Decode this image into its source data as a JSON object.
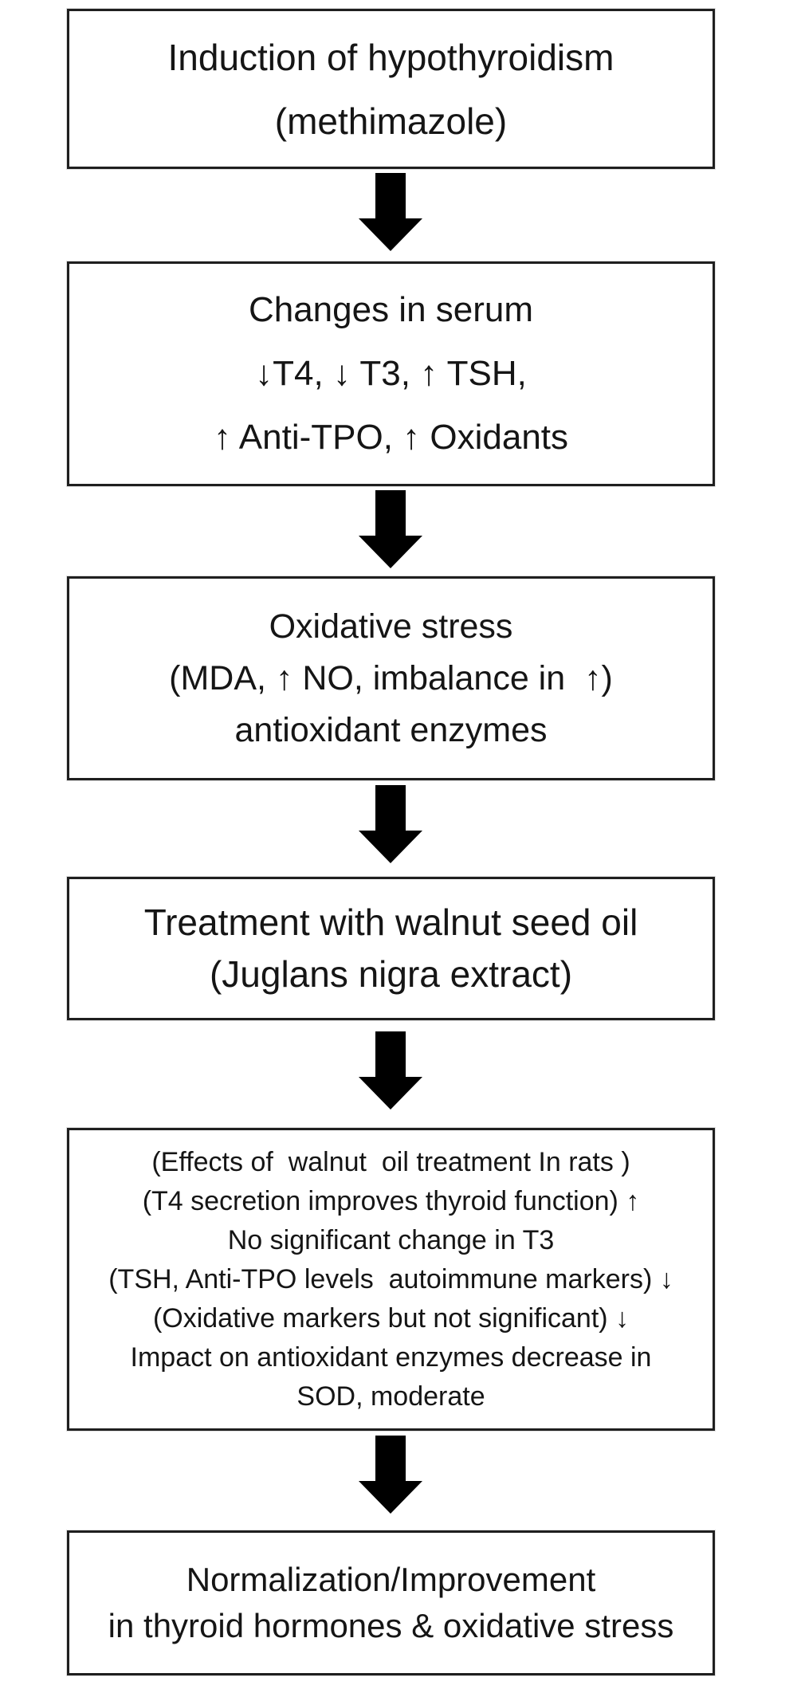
{
  "flowchart": {
    "title": "Walnut seed oil treatment of induced hypothyroidism flow diagram",
    "boxes": [
      {
        "id": "induction",
        "lines": [
          "Induction of hypothyroidism",
          "(methimazole)"
        ]
      },
      {
        "id": "serum-changes",
        "lines": [
          "Changes in serum",
          "↓T4, ↓ T3, ↑ TSH,",
          "↑ Anti-TPO, ↑ Oxidants"
        ]
      },
      {
        "id": "oxidative-stress",
        "lines": [
          "Oxidative stress",
          "(MDA, ↑ NO, imbalance in  ↑)",
          "antioxidant enzymes"
        ]
      },
      {
        "id": "treatment",
        "lines": [
          "Treatment with walnut seed oil",
          "(Juglans nigra extract)"
        ]
      },
      {
        "id": "treatment-effects",
        "lines": [
          "(Effects of  walnut  oil treatment In rats )",
          "(T4 secretion improves thyroid function) ↑",
          "No significant change in T3",
          "(TSH, Anti-TPO levels  autoimmune markers) ↓",
          "(Oxidative markers but not significant) ↓",
          "Impact on antioxidant enzymes decrease in",
          "SOD, moderate"
        ]
      },
      {
        "id": "outcome",
        "lines": [
          "Normalization/Improvement",
          "in thyroid hormones & oxidative stress"
        ]
      }
    ],
    "connector_icon": "down-arrow",
    "colors": {
      "background": "#ffffff",
      "box_border": "#1f1f1f",
      "text": "#151515",
      "arrow_fill": "#000000"
    }
  }
}
